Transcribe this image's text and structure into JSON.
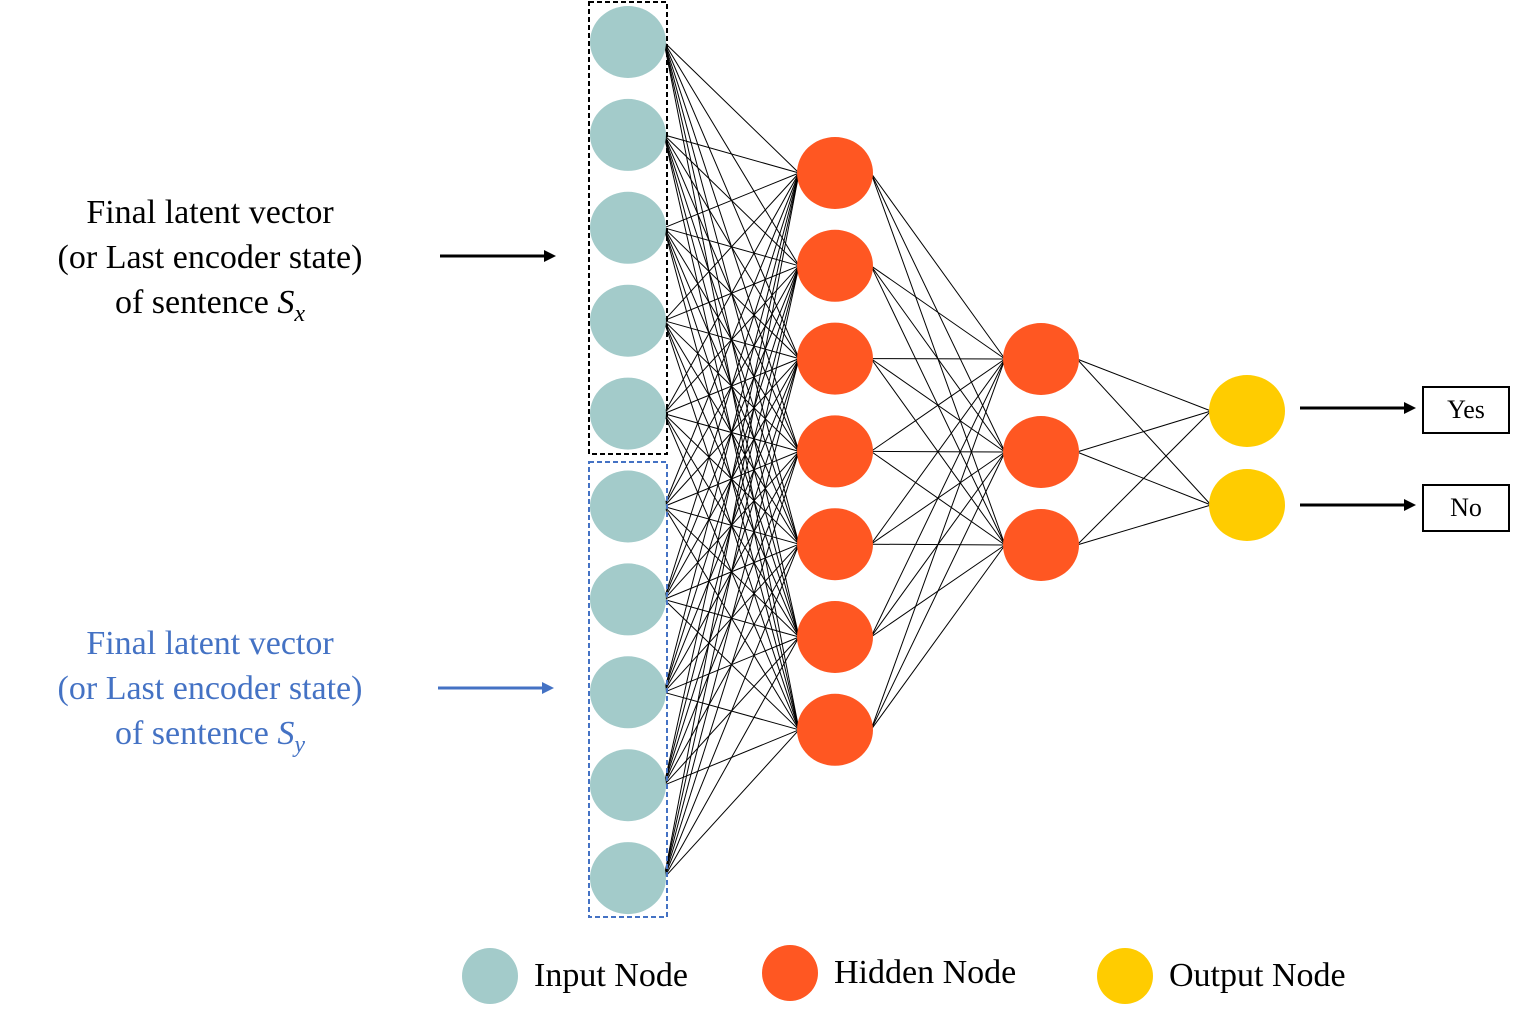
{
  "inputs": {
    "sx": {
      "line1": "Final latent vector",
      "line2": "(or Last encoder state)",
      "line3_prefix": "of sentence ",
      "symbol": "S",
      "subscript": "x",
      "color": "#000000"
    },
    "sy": {
      "line1": "Final latent vector",
      "line2": "(or Last encoder state)",
      "line3_prefix": "of sentence ",
      "symbol": "S",
      "subscript": "y",
      "color": "#4472C4"
    }
  },
  "network": {
    "input_nodes": 10,
    "hidden_layer_1_nodes": 7,
    "hidden_layer_2_nodes": 3,
    "output_nodes": 2
  },
  "outputs": {
    "yes": "Yes",
    "no": "No"
  },
  "legend": {
    "input": "Input Node",
    "hidden": "Hidden Node",
    "output": "Output Node"
  },
  "colors": {
    "input": "#A3CBCA",
    "hidden": "#FF5722",
    "output": "#FFCC00",
    "sx_box": "#000000",
    "sy_box": "#4472C4"
  }
}
